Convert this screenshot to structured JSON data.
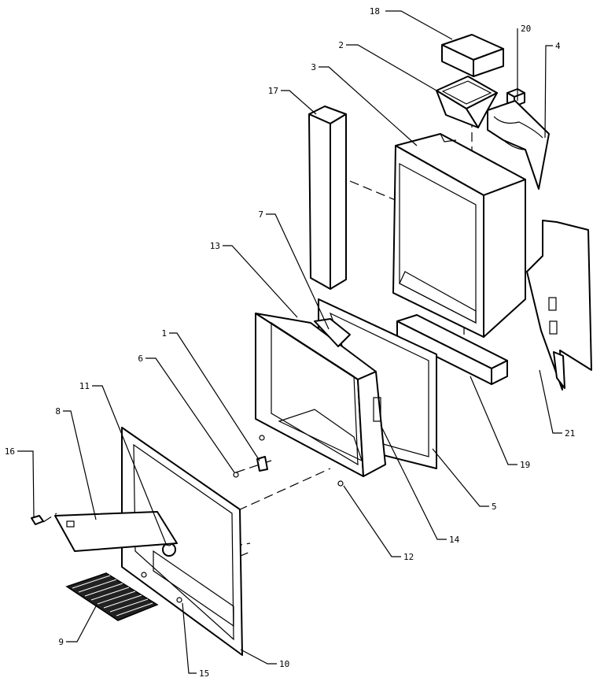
{
  "callouts": [
    {
      "id": "1",
      "text": "1"
    },
    {
      "id": "2",
      "text": "2"
    },
    {
      "id": "3",
      "text": "3"
    },
    {
      "id": "4",
      "text": "4"
    },
    {
      "id": "5",
      "text": "5"
    },
    {
      "id": "6",
      "text": "6"
    },
    {
      "id": "7",
      "text": "7"
    },
    {
      "id": "8",
      "text": "8"
    },
    {
      "id": "9",
      "text": "9"
    },
    {
      "id": "10",
      "text": "10"
    },
    {
      "id": "11",
      "text": "11"
    },
    {
      "id": "12",
      "text": "12"
    },
    {
      "id": "13",
      "text": "13"
    },
    {
      "id": "14",
      "text": "14"
    },
    {
      "id": "15",
      "text": "15"
    },
    {
      "id": "16",
      "text": "16"
    },
    {
      "id": "17",
      "text": "17"
    },
    {
      "id": "18",
      "text": "18"
    },
    {
      "id": "19",
      "text": "19"
    },
    {
      "id": "20",
      "text": "20"
    },
    {
      "id": "21",
      "text": "21"
    }
  ]
}
